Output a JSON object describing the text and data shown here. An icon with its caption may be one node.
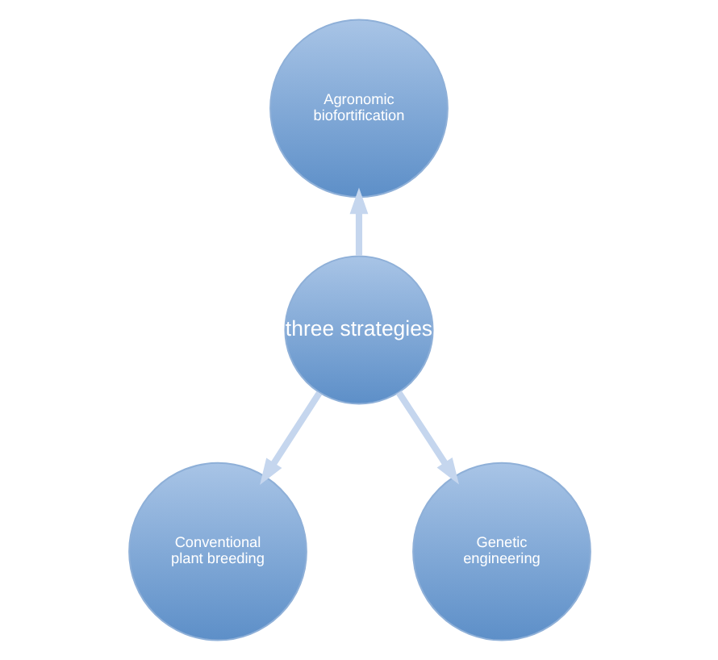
{
  "diagram": {
    "nodes": [
      {
        "text": [
          "three strategies"
        ]
      },
      {
        "text": [
          "Agronomic biofortification"
        ]
      },
      {
        "text": [
          "Conventional plant breeding"
        ]
      },
      {
        "text": [
          "Genetic engineering"
        ]
      }
    ],
    "edges": [
      {
        "from": 0,
        "to": 1,
        "arrow": "to"
      },
      {
        "from": 0,
        "to": 2,
        "arrow": "to"
      },
      {
        "from": 0,
        "to": 3,
        "arrow": "to"
      }
    ]
  }
}
